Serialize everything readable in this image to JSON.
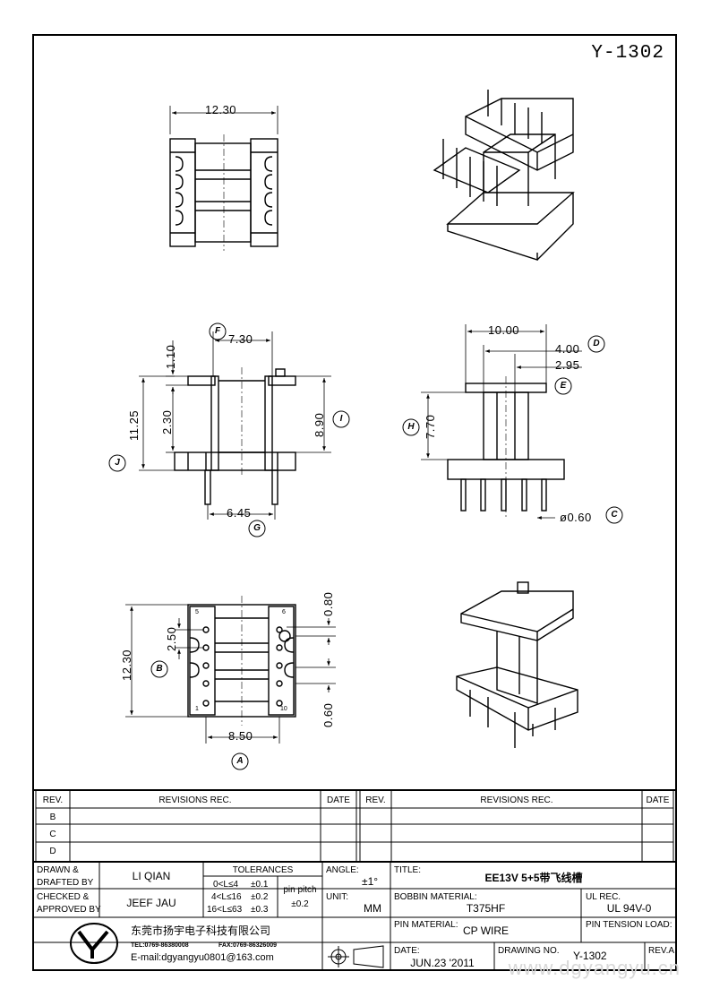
{
  "drawing_number": "Y-1302",
  "dimensions": {
    "top_width": "12.30",
    "side_width": "7.30",
    "side_flange": "1.10",
    "side_height_total": "11.25",
    "side_gap": "2.30",
    "side_height": "8.90",
    "side_pin_span": "6.45",
    "front_width": "10.00",
    "front_d": "4.00",
    "front_e": "2.95",
    "front_height": "7.70",
    "pin_dia": "ø0.60",
    "bottom_height": "12.30",
    "bottom_pitch": "2.50",
    "bottom_top_off": "0.80",
    "bottom_bot_off": "0.60",
    "bottom_width": "8.50",
    "pin_left_top": "5",
    "pin_right_top": "6",
    "pin_left_bottom": "1",
    "pin_right_bottom": "10"
  },
  "markers": {
    "A": "A",
    "B": "B",
    "C": "C",
    "D": "D",
    "E": "E",
    "F": "F",
    "G": "G",
    "H": "H",
    "I": "I",
    "J": "J"
  },
  "revisions": {
    "rev_header": "REV.",
    "rec_header": "REVISIONS   REC.",
    "date_header": "DATE",
    "rows": [
      "B",
      "C",
      "D"
    ]
  },
  "title_block": {
    "drawn_label": "DRAWN &",
    "drafted_label": "DRAFTED BY",
    "drawn_by": "LI QIAN",
    "checked_label": "CHECKED &",
    "approved_label": "APPROVED BY",
    "checked_by": "JEEF JAU",
    "tolerances_label": "TOLERANCES",
    "tol1": "0<L≤4",
    "tol1v": "±0.1",
    "tol2": "4<L≤16",
    "tol2v": "±0.2",
    "tol3": "16<L≤63",
    "tol3v": "±0.3",
    "pin_pitch_label": "pin pitch",
    "pin_pitch_tol": "±0.2",
    "angle_label": "ANGLE:",
    "angle_value": "±1°",
    "unit_label": "UNIT:",
    "unit_value": "MM",
    "title_label": "TITLE:",
    "title_value": "EE13V 5+5带飞线槽",
    "bobbin_label": "BOBBIN MATERIAL:",
    "bobbin_value": "T375HF",
    "ul_label": "UL REC.",
    "ul_value": "UL 94V-0",
    "pin_material_label": "PIN MATERIAL:",
    "pin_material_value": "CP WIRE",
    "pin_tension_label": "PIN TENSION LOAD:",
    "date_label": "DATE:",
    "date_value": "JUN.23 '2011",
    "drawing_no_label": "DRAWING NO.",
    "drawing_no_value": "Y-1302",
    "rev_label": "REV.A",
    "company_name": "东莞市扬宇电子科技有限公司",
    "tel": "TEL:0769-86380008",
    "fax": "FAX:0769-86326009",
    "email": "E-mail:dgyangyu0801@163.com",
    "watermark": "www.dgyangyu.cn"
  },
  "colors": {
    "line": "#000000",
    "watermark": "#d8d8d8"
  }
}
